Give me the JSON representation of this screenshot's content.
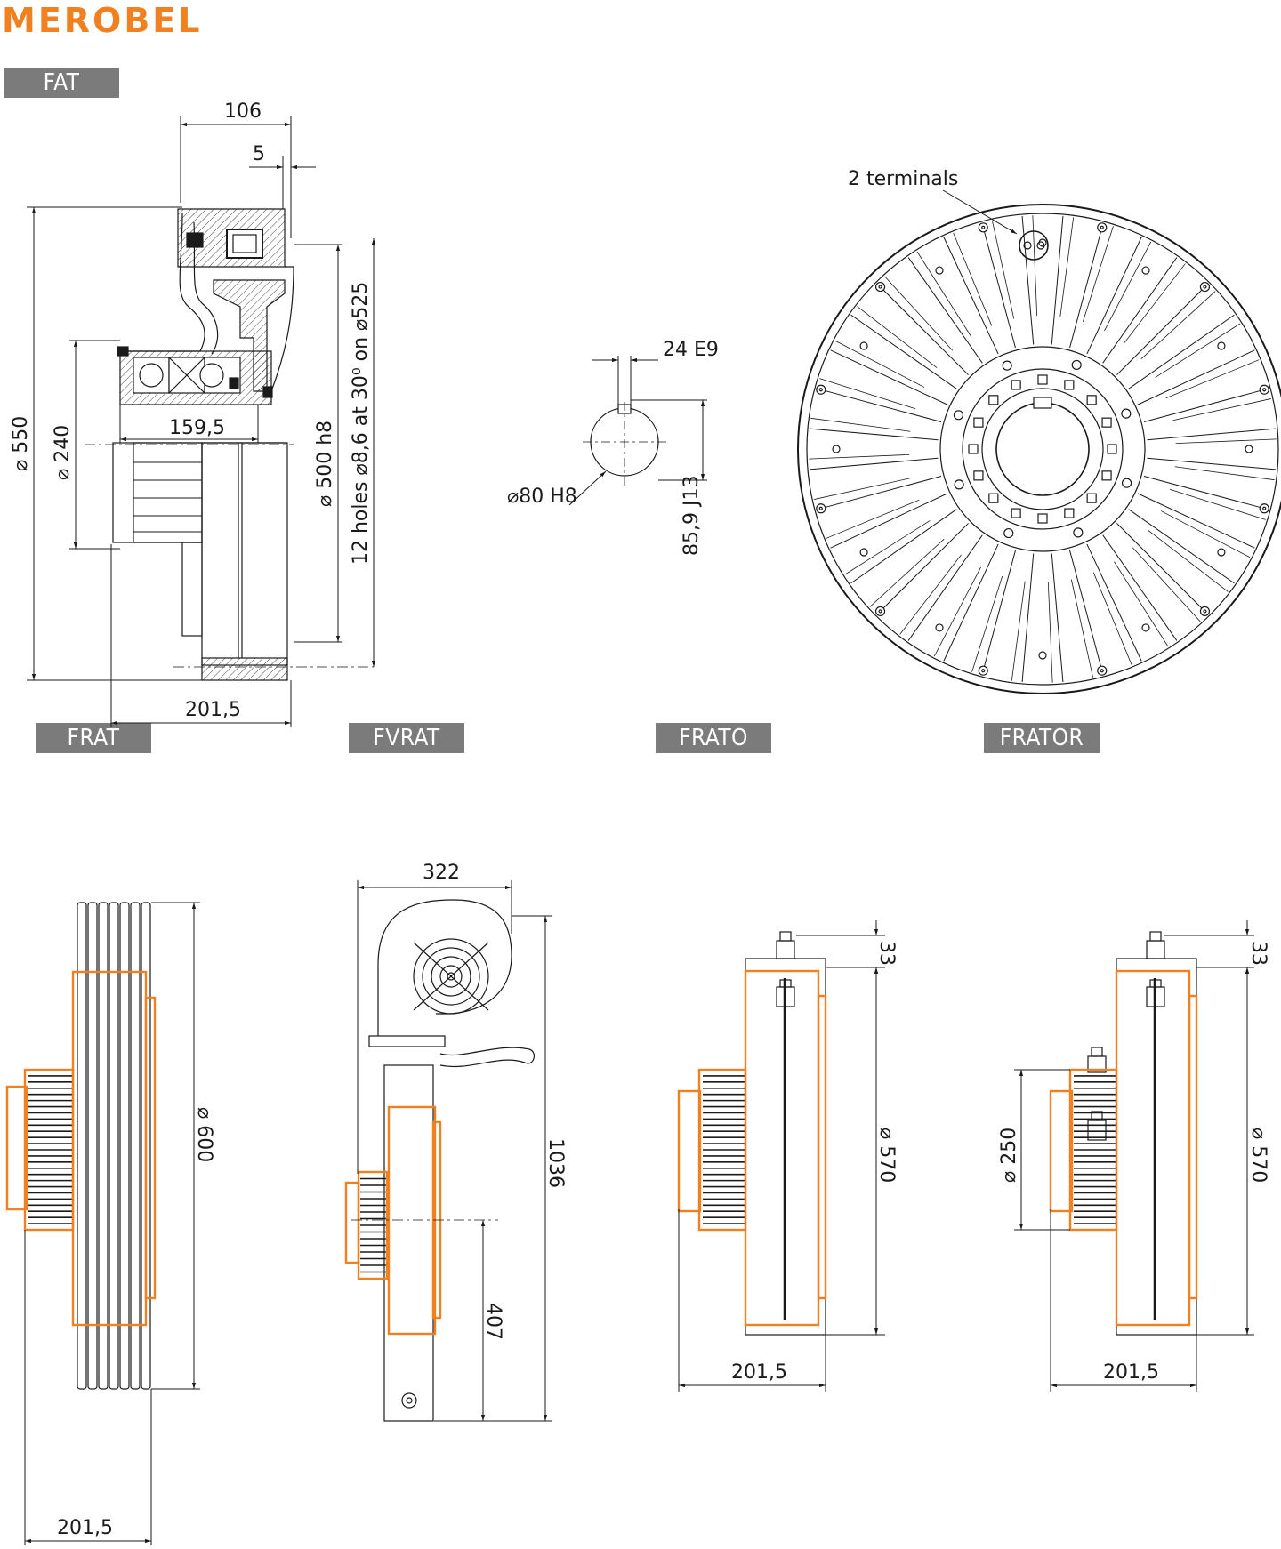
{
  "brand": {
    "name": "MEROBEL",
    "color": "#f08020"
  },
  "tags": {
    "fat": "FAT",
    "frat": "FRAT",
    "fvrat": "FVRAT",
    "frato": "FRATO",
    "frator": "FRATOR"
  },
  "fat": {
    "d106": "106",
    "d5": "5",
    "d550": "⌀ 550",
    "d240": "⌀ 240",
    "d159": "159,5",
    "d500": "⌀ 500 h8",
    "holes": "12 holes ⌀8,6 at 30⁰ on ⌀525",
    "d201": "201,5"
  },
  "shaft": {
    "key": "24 E9",
    "bore": "⌀80 H8",
    "depth": "85,9 J13"
  },
  "disc": {
    "terminals": "2 terminals"
  },
  "frat": {
    "d600": "⌀ 600",
    "d201": "201,5"
  },
  "fvrat": {
    "d322": "322",
    "d1036": "1036",
    "d407": "407"
  },
  "frato": {
    "d33": "33",
    "d570": "⌀ 570",
    "d201": "201,5"
  },
  "frator": {
    "d33": "33",
    "d570": "⌀ 570",
    "d250": "⌀ 250",
    "d201": "201,5"
  },
  "colors": {
    "accent": "#f08020",
    "line": "#1a1a1a",
    "tag": "#7b7b7b"
  }
}
